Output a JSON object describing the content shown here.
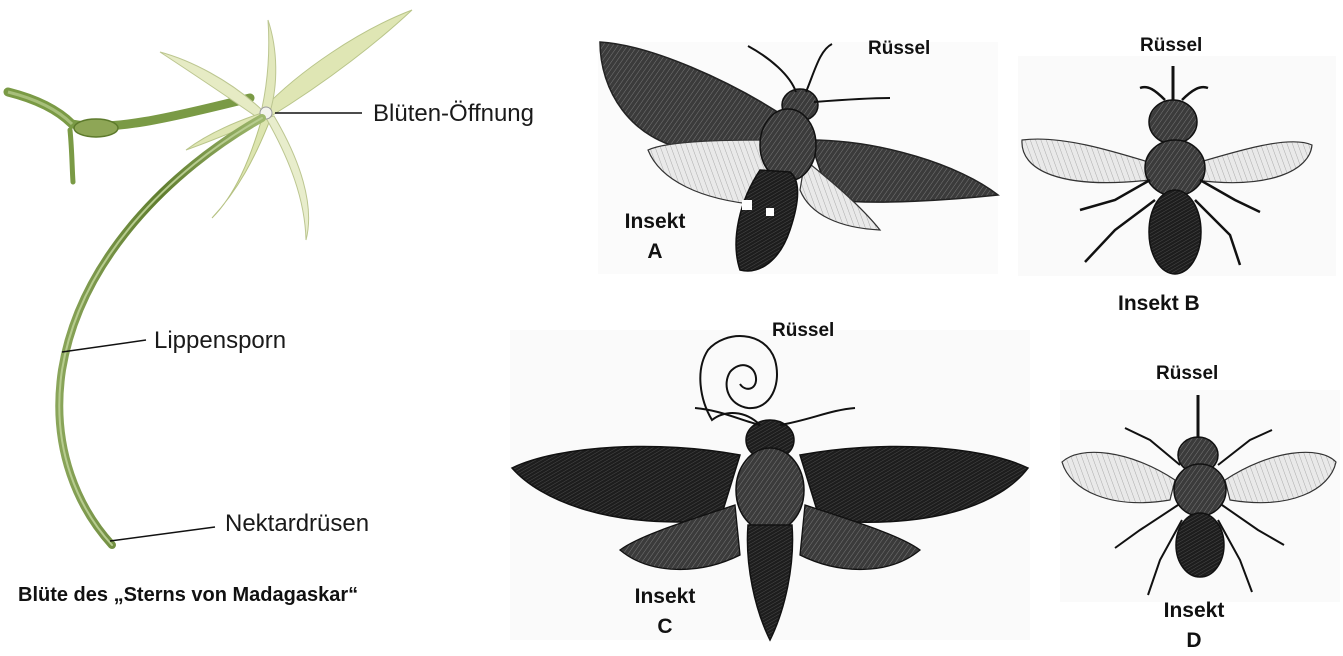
{
  "flower": {
    "caption": "Blüte des „Sterns von Madagaskar“",
    "labels": {
      "opening": "Blüten-Öffnung",
      "spur": "Lippensporn",
      "nectar": "Nektardrüsen"
    }
  },
  "insects": [
    {
      "id": "A",
      "label_line1": "Insekt",
      "label_line2": "A",
      "proboscis": "Rüssel"
    },
    {
      "id": "B",
      "label": "Insekt B",
      "proboscis": "Rüssel"
    },
    {
      "id": "C",
      "label_line1": "Insekt",
      "label_line2": "C",
      "proboscis": "Rüssel"
    },
    {
      "id": "D",
      "label_line1": "Insekt",
      "label_line2": "D",
      "proboscis": "Rüssel"
    }
  ],
  "colors": {
    "stem": "#6f8f3a",
    "petal": "#dfe6b4",
    "engraving_dark": "#2a2a2a",
    "engraving_light": "#cfcfcf"
  }
}
